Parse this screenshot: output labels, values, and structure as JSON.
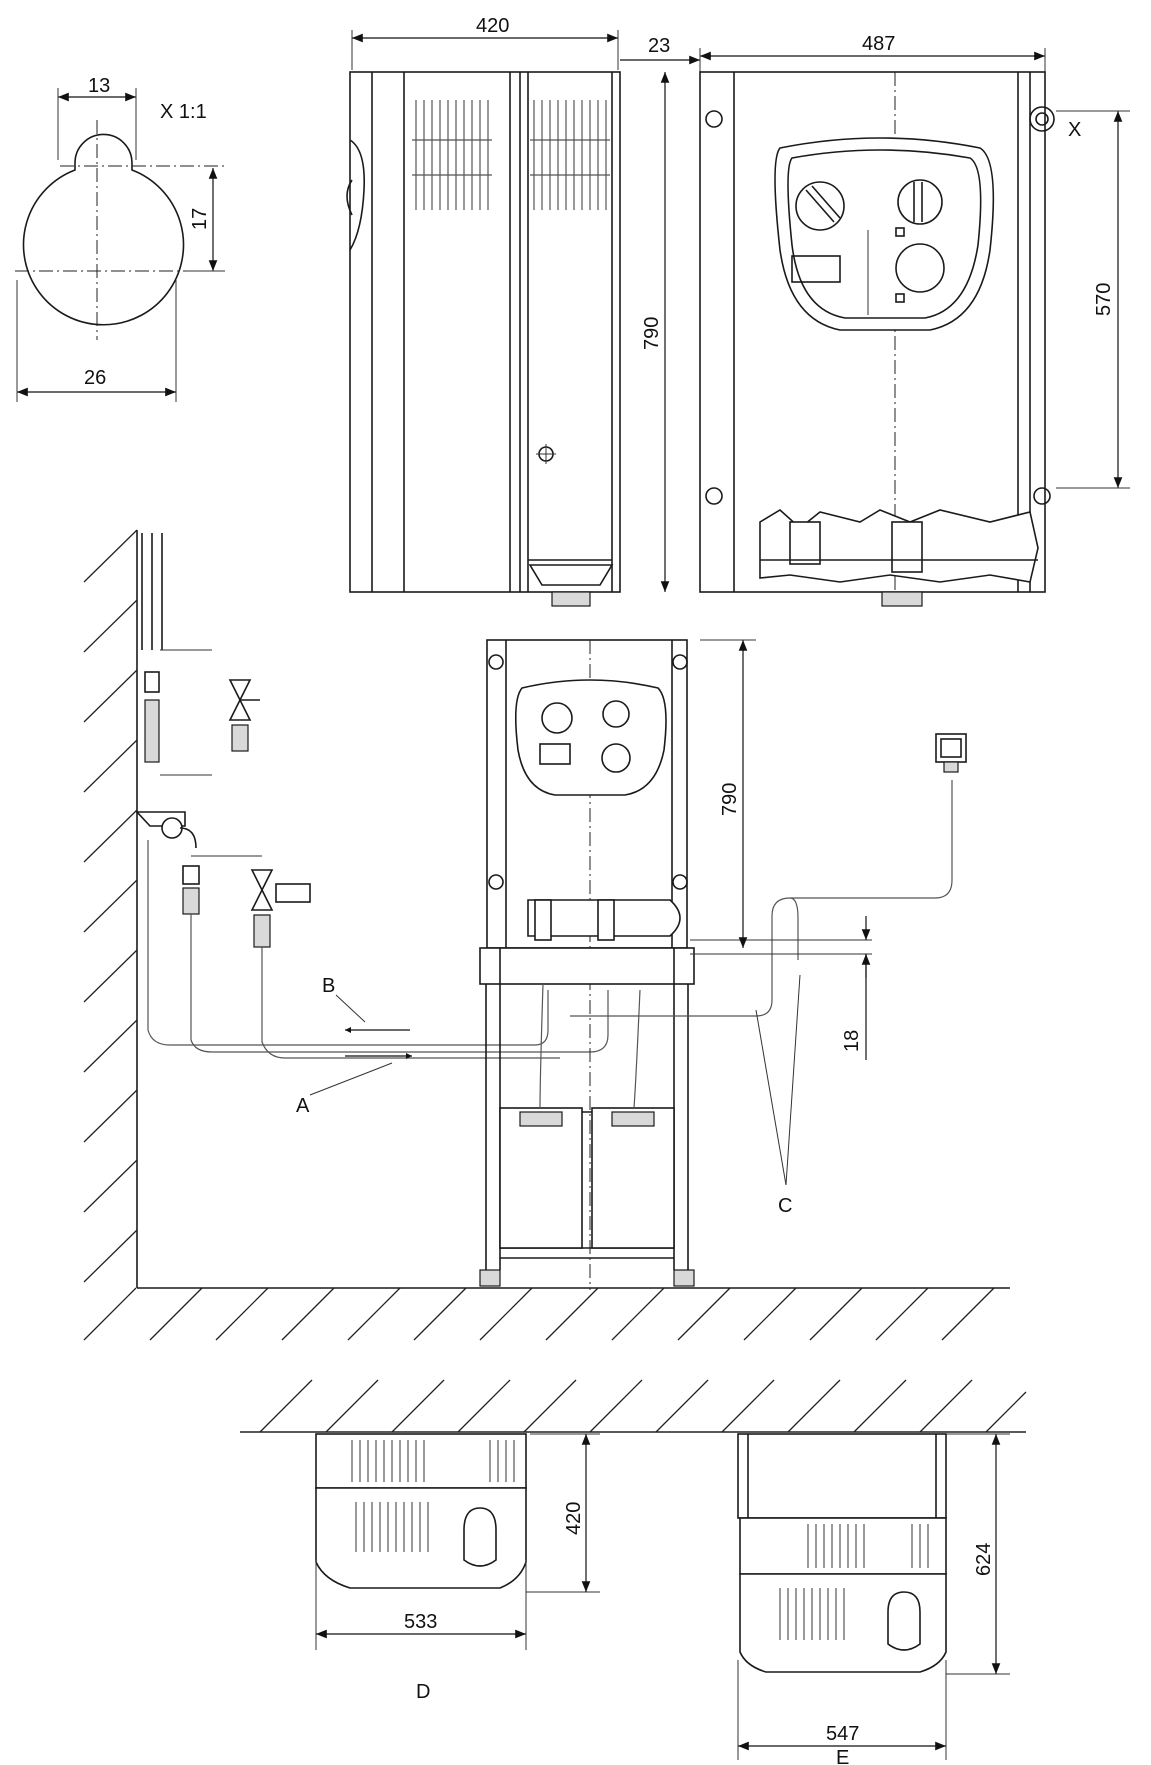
{
  "labels": {
    "dim_13": "13",
    "scale": "X 1:1",
    "dim_17": "17",
    "dim_26": "26",
    "dim_420_top": "420",
    "dim_23": "23",
    "dim_487": "487",
    "dim_790_side": "790",
    "dim_570": "570",
    "marker_x": "X",
    "dim_790_stand": "790",
    "label_b": "B",
    "label_a": "A",
    "dim_18": "18",
    "label_c": "C",
    "dim_420_bottom": "420",
    "dim_533": "533",
    "label_d": "D",
    "dim_624": "624",
    "dim_547": "547",
    "label_e": "E"
  }
}
